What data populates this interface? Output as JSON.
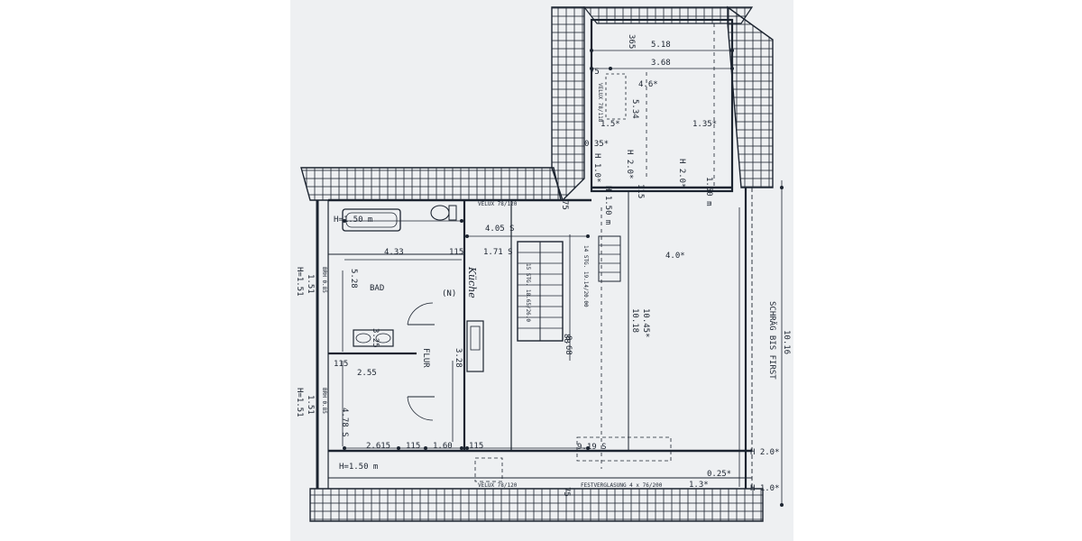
{
  "colors": {
    "ink": "#1c2430",
    "paper": "#eef0f2"
  },
  "top_room": {
    "dims": [
      "365",
      "5.18",
      "75",
      "3.68",
      "5.34",
      "1.5*",
      "1.35*",
      "0.35*",
      "H 1.0*",
      "H 2.0*",
      "H 2.0*",
      "H 1.50 m",
      "115",
      "1.50 m"
    ],
    "ceiling": "4.6*",
    "window": "VELUX 78/118"
  },
  "bath": {
    "height_top": "H=1.50 m",
    "window_top": "VELUX 78/120",
    "d1": "4.05 S",
    "d2": "4.33",
    "d3": "115",
    "d4": "1.71 S",
    "d5": "5.28",
    "label": "BAD",
    "d6": "(N)",
    "cut1": "H=1.51",
    "cut2": "1.51",
    "brh": "BRH 0.85",
    "d7": "75",
    "kitchen": "Küche"
  },
  "flur": {
    "label": "FLUR",
    "d1": "3.28",
    "d2": "3.25",
    "d3": "88"
  },
  "stairs": {
    "label1": "14 STG. 19.14/20.00",
    "label2": "15 STG. 18.65/26.0"
  },
  "bedroom": {
    "d1": "2.55",
    "d2": "115",
    "d3": "4.78 S",
    "d4": "2.615",
    "d5": "115",
    "d6": "1.60",
    "d7": "115",
    "height_bottom": "H=1.50 m",
    "window_bottom": "VELUX 78/120",
    "cut1": "H=1.51",
    "cut2": "1.51",
    "brh": "BRH 0.85"
  },
  "living": {
    "d_height": "4.0*",
    "d1": "10.45*",
    "d2": "10.18",
    "d3": "8.68",
    "d4": "9.19 S",
    "side_text": "SCHRÄG BIS FIRST",
    "side_dim": "10.16",
    "h1": "H 2.0*",
    "h2": "H 1.0*",
    "d5": "0.25*",
    "d6": "1.3*",
    "d7": "75",
    "fixed": "FESTVERGLASUNG 4 x 76/200"
  }
}
